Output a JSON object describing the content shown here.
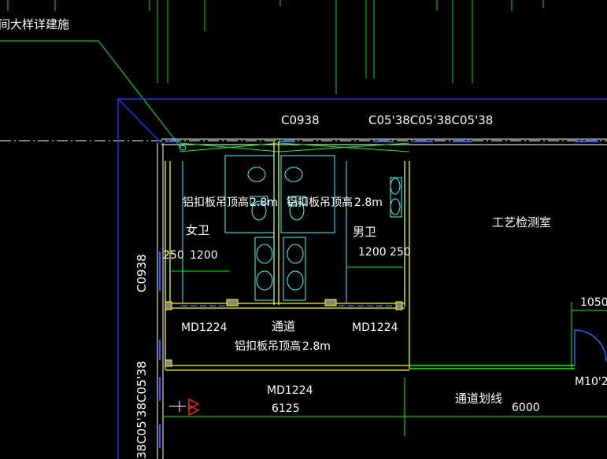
{
  "drawing": {
    "title_fragment": "间大样详建施",
    "windows": {
      "top_left": "C0938",
      "top_right": "C05'38C05'38C05'38",
      "left_vertical": "C0938",
      "left_vertical_lower": "38C05'38C05'38"
    },
    "rooms": {
      "womens_ceiling": "铝扣板吊顶高",
      "womens_ceiling_height": "2.8m",
      "womens_name": "女卫",
      "mens_ceiling": "铝扣板吊顶高",
      "mens_ceiling_height": "2.8m",
      "mens_name": "男卫",
      "corridor_name": "通道",
      "corridor_ceiling": "铝扣板吊顶高",
      "corridor_ceiling_height": "2.8m",
      "lab_name": "工艺检测室"
    },
    "dimensions": {
      "w_left": "250",
      "w_main": "1200",
      "m_main": "1200",
      "m_right": "250",
      "corridor_width": "6125",
      "passage_length": "6000",
      "right_door_dim": "1050"
    },
    "doors": {
      "left": "MD1224",
      "right": "MD1224",
      "bottom": "MD1224",
      "right_edge": "M10'2"
    },
    "annotations": {
      "passage_line": "通道划线"
    },
    "colors": {
      "background": "#000000",
      "wall_yellow": "#ffff00",
      "leader_green": "#00ff00",
      "outer_blue": "#2030ff",
      "fixture_cyan": "#40ffff",
      "text_white": "#ffffff"
    }
  }
}
